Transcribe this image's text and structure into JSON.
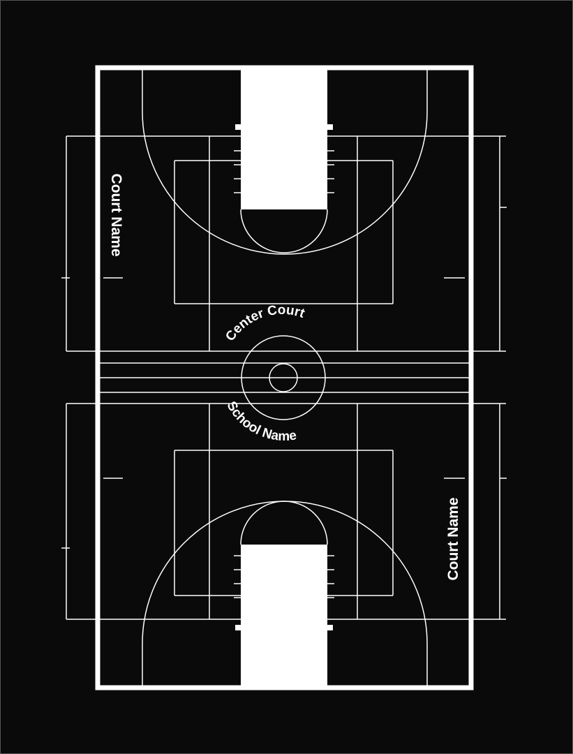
{
  "court": {
    "side_label_top": "Court Name",
    "side_label_bottom": "Court Name",
    "center_upper_text": "Center Court",
    "center_lower_text": "School Name"
  },
  "colors": {
    "background": "#0a0a0a",
    "lines": "#ffffff",
    "lane_fill": "#ffffff"
  }
}
